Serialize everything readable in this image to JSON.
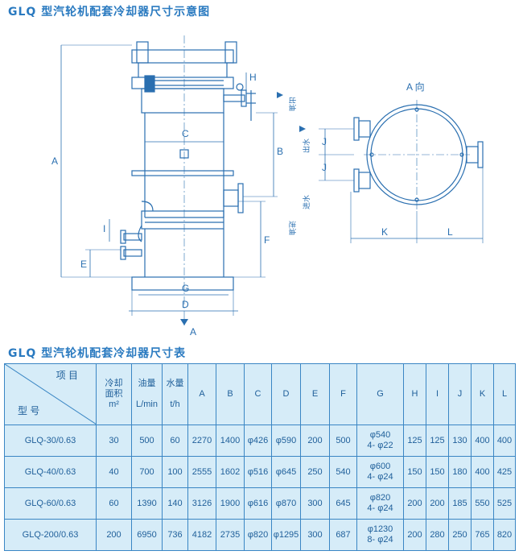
{
  "diagram_title": "GLQ 型汽轮机配套冷却器尺寸示意图",
  "table_title": "GLQ 型汽轮机配套冷却器尺寸表",
  "drawing_labels": {
    "A": "A",
    "B": "B",
    "C": "C",
    "D": "D",
    "E": "E",
    "F": "F",
    "G": "G",
    "H": "H",
    "I": "I",
    "J1": "J",
    "J2": "J",
    "K": "K",
    "L": "L",
    "view_arrow": "A",
    "view_title": "A 向",
    "oil_out": "出油",
    "oil_in": "进油",
    "water_out": "出水",
    "water_in": "进水"
  },
  "table": {
    "corner_top": "项 目",
    "corner_bottom": "型 号",
    "headers": {
      "area": "冷却\n面积",
      "area_unit": "m²",
      "oil": "油量",
      "oil_unit": "L/min",
      "water": "水量",
      "water_unit": "t/h",
      "A": "A",
      "B": "B",
      "C": "C",
      "D": "D",
      "E": "E",
      "F": "F",
      "G": "G",
      "H": "H",
      "I": "I",
      "J": "J",
      "K": "K",
      "L": "L"
    },
    "rows": [
      {
        "model": "GLQ-30/0.63",
        "area": "30",
        "oil": "500",
        "water": "60",
        "A": "2270",
        "B": "1400",
        "C": "φ426",
        "D": "φ590",
        "E": "200",
        "F": "500",
        "G1": "φ540",
        "G2": "4- φ22",
        "H": "125",
        "I": "125",
        "J": "130",
        "K": "400",
        "L": "400"
      },
      {
        "model": "GLQ-40/0.63",
        "area": "40",
        "oil": "700",
        "water": "100",
        "A": "2555",
        "B": "1602",
        "C": "φ516",
        "D": "φ645",
        "E": "250",
        "F": "540",
        "G1": "φ600",
        "G2": "4- φ24",
        "H": "150",
        "I": "150",
        "J": "180",
        "K": "400",
        "L": "425"
      },
      {
        "model": "GLQ-60/0.63",
        "area": "60",
        "oil": "1390",
        "water": "140",
        "A": "3126",
        "B": "1900",
        "C": "φ616",
        "D": "φ870",
        "E": "300",
        "F": "645",
        "G1": "φ820",
        "G2": "4- φ24",
        "H": "200",
        "I": "200",
        "J": "185",
        "K": "550",
        "L": "525"
      },
      {
        "model": "GLQ-200/0.63",
        "area": "200",
        "oil": "6950",
        "water": "736",
        "A": "4182",
        "B": "2735",
        "C": "φ820",
        "D": "φ1295",
        "E": "300",
        "F": "687",
        "G1": "φ1230",
        "G2": "8- φ24",
        "H": "200",
        "I": "280",
        "J": "250",
        "K": "765",
        "L": "820"
      }
    ]
  }
}
